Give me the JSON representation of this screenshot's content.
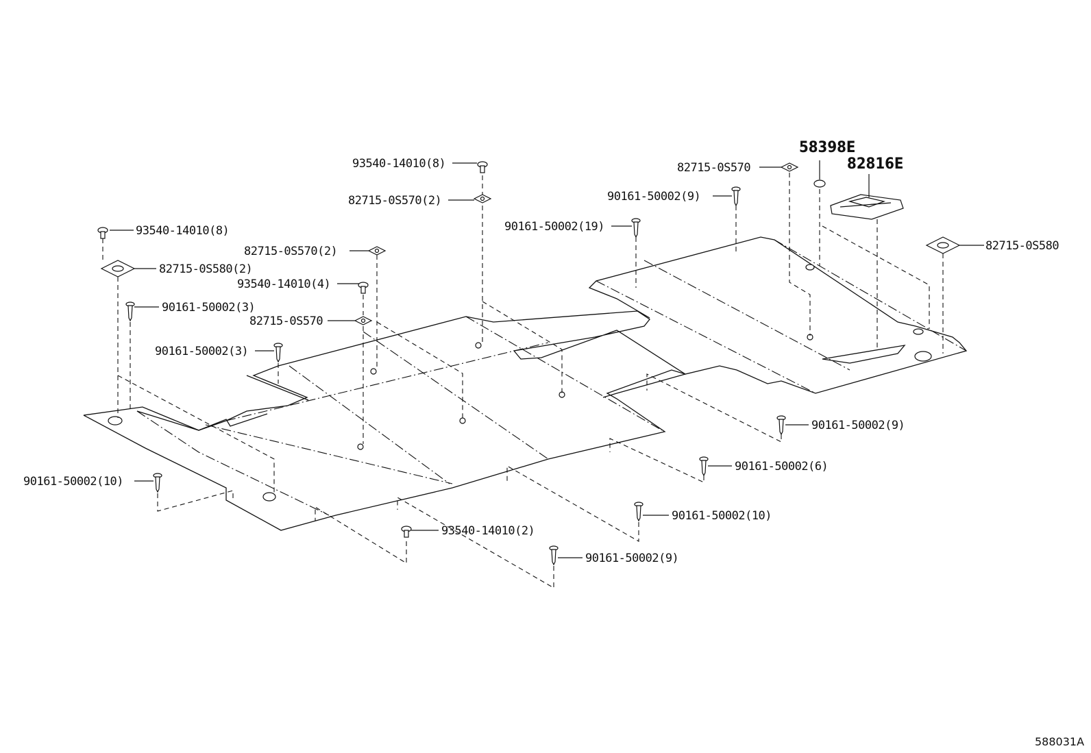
{
  "diagram": {
    "reference_code": "588031A",
    "callouts": [
      {
        "id": "c1",
        "label": "93540-14010(8)"
      },
      {
        "id": "c2",
        "label": "82715-0S570(2)"
      },
      {
        "id": "c3",
        "label": "93540-14010(8)"
      },
      {
        "id": "c4",
        "label": "82715-0S570(2)"
      },
      {
        "id": "c5",
        "label": "82715-0S580(2)"
      },
      {
        "id": "c6",
        "label": "93540-14010(4)"
      },
      {
        "id": "c7",
        "label": "90161-50002(3)"
      },
      {
        "id": "c8",
        "label": "82715-0S570"
      },
      {
        "id": "c9",
        "label": "90161-50002(3)"
      },
      {
        "id": "c10",
        "label": "82715-0S570"
      },
      {
        "id": "c11",
        "label": "90161-50002(9)"
      },
      {
        "id": "c12",
        "label": "90161-50002(19)"
      },
      {
        "id": "c13",
        "label": "58398E"
      },
      {
        "id": "c14",
        "label": "82816E"
      },
      {
        "id": "c15",
        "label": "82715-0S580"
      },
      {
        "id": "c16",
        "label": "90161-50002(9)"
      },
      {
        "id": "c17",
        "label": "90161-50002(6)"
      },
      {
        "id": "c18",
        "label": "90161-50002(10)"
      },
      {
        "id": "c19",
        "label": "90161-50002(10)"
      },
      {
        "id": "c20",
        "label": "93540-14010(2)"
      },
      {
        "id": "c21",
        "label": "90161-50002(9)"
      }
    ]
  }
}
